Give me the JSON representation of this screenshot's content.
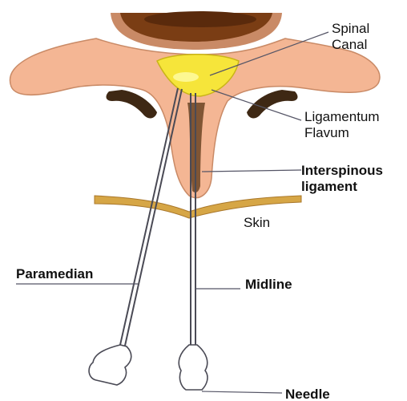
{
  "labels": {
    "spinal_canal": [
      "Spinal",
      "Canal"
    ],
    "ligamentum_flavum": [
      "Ligamentum",
      "Flavum"
    ],
    "interspinous_ligament": [
      "Interspinous",
      "ligament"
    ],
    "skin": "Skin",
    "paramedian": "Paramedian",
    "midline": "Midline",
    "needle": "Needle"
  },
  "colors": {
    "bone": "#f4b694",
    "bone_outline": "#c98a66",
    "vertebral_body": "#7a3d14",
    "canal": "#f6e53a",
    "shadow": "#3e2814",
    "skin": "#d6a646",
    "needle_line": "#4a4a55"
  }
}
